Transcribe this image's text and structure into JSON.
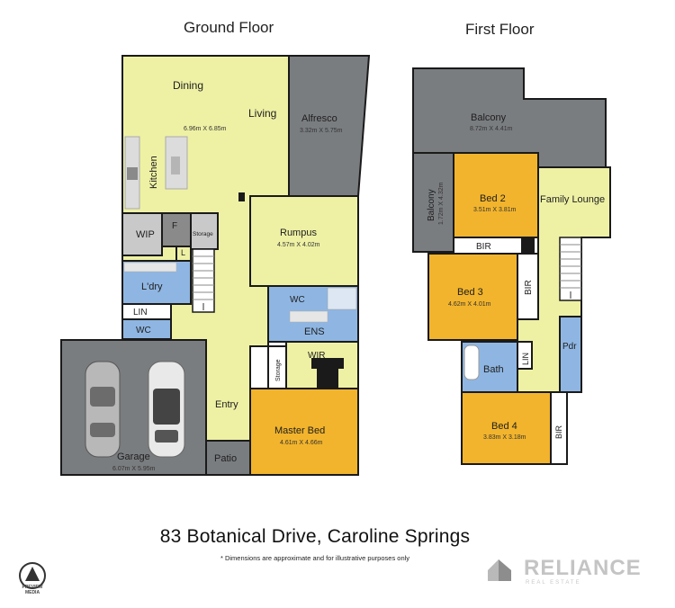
{
  "floors": {
    "ground": "Ground Floor",
    "first": "First Floor"
  },
  "ground_rooms": {
    "dining": "Dining",
    "living": "Living",
    "living_dim": "6.96m X 6.85m",
    "kitchen": "Kitchen",
    "alfresco": "Alfresco",
    "alfresco_dim": "3.32m X 5.75m",
    "wip": "WIP",
    "f": "F",
    "storage_upper": "Storage",
    "l": "L",
    "rumpus": "Rumpus",
    "rumpus_dim": "4.57m X 4.02m",
    "laundry": "L'dry",
    "lin": "LIN",
    "wc_lower": "WC",
    "wc_ens": "WC",
    "ens": "ENS",
    "wir": "WIR",
    "storage_lower": "Storage",
    "entry": "Entry",
    "master_bed": "Master Bed",
    "master_bed_dim": "4.61m X 4.66m",
    "garage": "Garage",
    "garage_dim": "6.07m X 5.95m",
    "patio": "Patio"
  },
  "first_rooms": {
    "balcony_top": "Balcony",
    "balcony_top_dim": "8.72m X 4.41m",
    "balcony_side": "Balcony",
    "balcony_side_dim": "1.72m X 4.32m",
    "bed2": "Bed 2",
    "bed2_dim": "3.51m X 3.81m",
    "family_lounge": "Family Lounge",
    "bir_top": "BIR",
    "bed3": "Bed 3",
    "bed3_dim": "4.62m X 4.01m",
    "bir_mid": "BIR",
    "lin": "LIN",
    "bath": "Bath",
    "pdr": "Pdr",
    "bed4": "Bed 4",
    "bed4_dim": "3.83m X 3.18m",
    "bir_low": "BIR"
  },
  "address": "83 Botanical Drive, Caroline Springs",
  "disclaimer": "* Dimensions are approximate and for illustrative purposes only",
  "brand": {
    "name": "RELIANCE",
    "sub": "REAL ESTATE"
  },
  "media_label": "PREVIEW MEDIA",
  "colors": {
    "living": "#eef1a4",
    "outdoor": "#7a7d80",
    "bedroom": "#f2b42c",
    "wet": "#8fb6e2",
    "storage": "#c9c9c9",
    "wall": "#1a1a1a"
  }
}
